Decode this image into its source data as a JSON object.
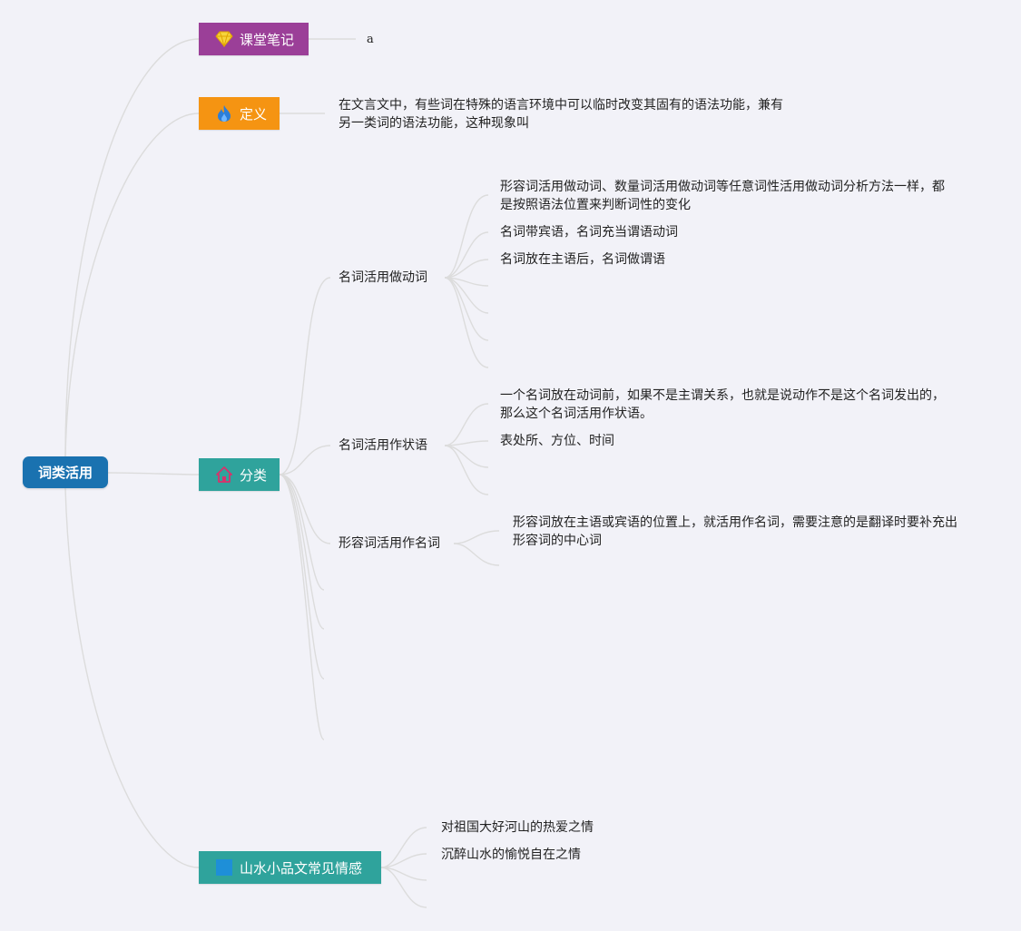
{
  "root": {
    "label": "词类活用"
  },
  "topics": {
    "notes": {
      "label": "课堂笔记",
      "icon": "diamond-icon",
      "color": "#9b3f98",
      "note": "a"
    },
    "definition": {
      "label": "定义",
      "icon": "flame-icon",
      "color": "#f59412",
      "lines": [
        "在文言文中，有些词在特殊的语言环境中可以临时改变其固有的语法功能，兼有",
        "另一类词的语法功能，这种现象叫"
      ]
    },
    "classification": {
      "label": "分类",
      "icon": "house-icon",
      "color": "#2fa39c",
      "children": [
        {
          "label": "名词活用做动词",
          "items": [
            [
              "形容词活用做动词、数量词活用做动词等任意词性活用做动词分析方法一样，都",
              "是按照语法位置来判断词性的变化"
            ],
            [
              "名词带宾语，名词充当谓语动词"
            ],
            [
              "名词放在主语后，名词做谓语"
            ]
          ]
        },
        {
          "label": "名词活用作状语",
          "items": [
            [
              "一个名词放在动词前，如果不是主谓关系，也就是说动作不是这个名词发出的，",
              "那么这个名词活用作状语。"
            ],
            [
              "表处所、方位、时间"
            ]
          ]
        },
        {
          "label": "形容词活用作名词",
          "items": [
            [
              "形容词放在主语或宾语的位置上，就活用作名词，需要注意的是翻译时要补充出",
              "形容词的中心词"
            ]
          ]
        }
      ]
    },
    "emotions": {
      "label": "山水小品文常见情感",
      "icon": "square-icon",
      "color": "#1e8fd8",
      "items": [
        "对祖国大好河山的热爱之情",
        "沉醉山水的愉悦自在之情"
      ]
    }
  }
}
